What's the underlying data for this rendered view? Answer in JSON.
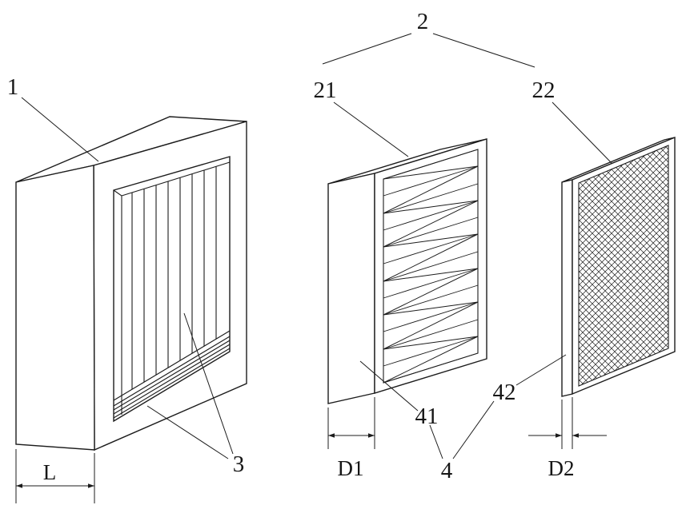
{
  "figure": {
    "background": "#ffffff",
    "line_color": "#1c1c1c",
    "reference_labels": {
      "housing": "1",
      "filter_unit": "2",
      "louvers": "3",
      "frames": "4",
      "pleated_filter": "21",
      "mesh_screen": "22",
      "filter_frame": "41",
      "screen_frame": "42"
    },
    "dimensions": {
      "housing_thickness": "L",
      "filter_thickness": "D1",
      "screen_thickness": "D2"
    }
  }
}
